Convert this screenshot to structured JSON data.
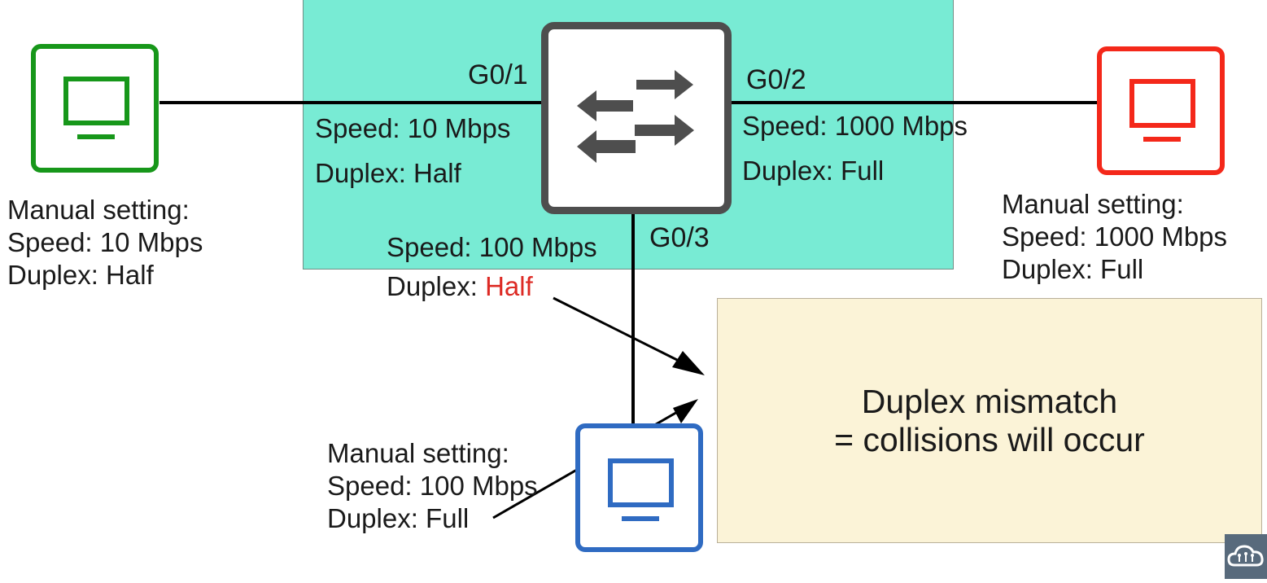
{
  "colors": {
    "zone_fill": "#78ebd4",
    "note_fill": "#fbf3d7",
    "pc_left": "#17971a",
    "pc_right": "#f4281a",
    "pc_bottom": "#2f6bc2",
    "switch_gray": "#4e4e4e",
    "highlight_red": "#dd2a24"
  },
  "switch": {
    "icon": "switch-arrows-icon",
    "ports": {
      "g01": "G0/1",
      "g02": "G0/2",
      "g03": "G0/3"
    },
    "g01": {
      "speed": "Speed: 10 Mbps",
      "duplex": "Duplex: Half"
    },
    "g02": {
      "speed": "Speed: 1000 Mbps",
      "duplex": "Duplex: Full"
    },
    "g03": {
      "speed": "Speed: 100 Mbps",
      "duplex_prefix": "Duplex: ",
      "duplex_value": "Half"
    }
  },
  "pc_left": {
    "icon": "monitor-icon",
    "heading": "Manual setting:",
    "speed": "Speed: 10 Mbps",
    "duplex": "Duplex: Half"
  },
  "pc_right": {
    "icon": "monitor-icon",
    "heading": "Manual setting:",
    "speed": "Speed: 1000 Mbps",
    "duplex": "Duplex: Full"
  },
  "pc_bottom": {
    "icon": "monitor-icon",
    "heading": "Manual setting:",
    "speed": "Speed: 100 Mbps",
    "duplex": "Duplex: Full"
  },
  "mismatch_note": {
    "line1": "Duplex mismatch",
    "line2": "= collisions will occur"
  },
  "corner_logo": {
    "icon": "cloud-network-logo-icon"
  }
}
